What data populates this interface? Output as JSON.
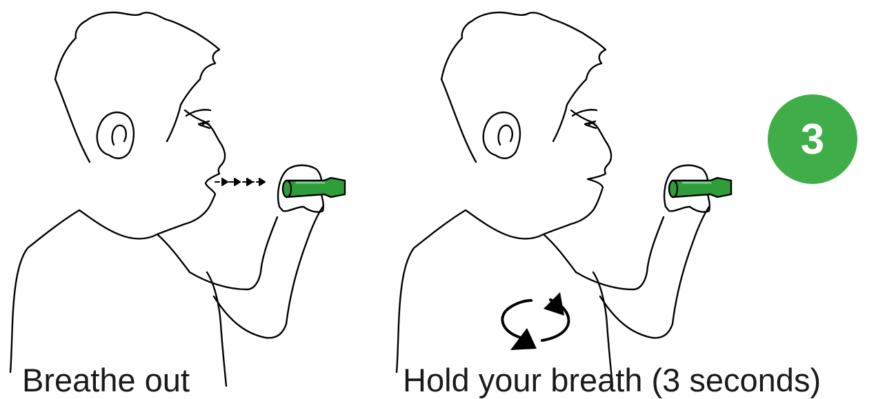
{
  "steps": [
    {
      "caption": "Breathe out"
    },
    {
      "caption": "Hold your breath (3 seconds)",
      "badge": "3"
    }
  ],
  "colors": {
    "badge": "#3fae49",
    "inhaler": "#2e9e3a",
    "line": "#000000"
  },
  "icons": [
    "breathe-out-arrows-icon",
    "hold-breath-cycle-icon",
    "inhaler-icon"
  ]
}
